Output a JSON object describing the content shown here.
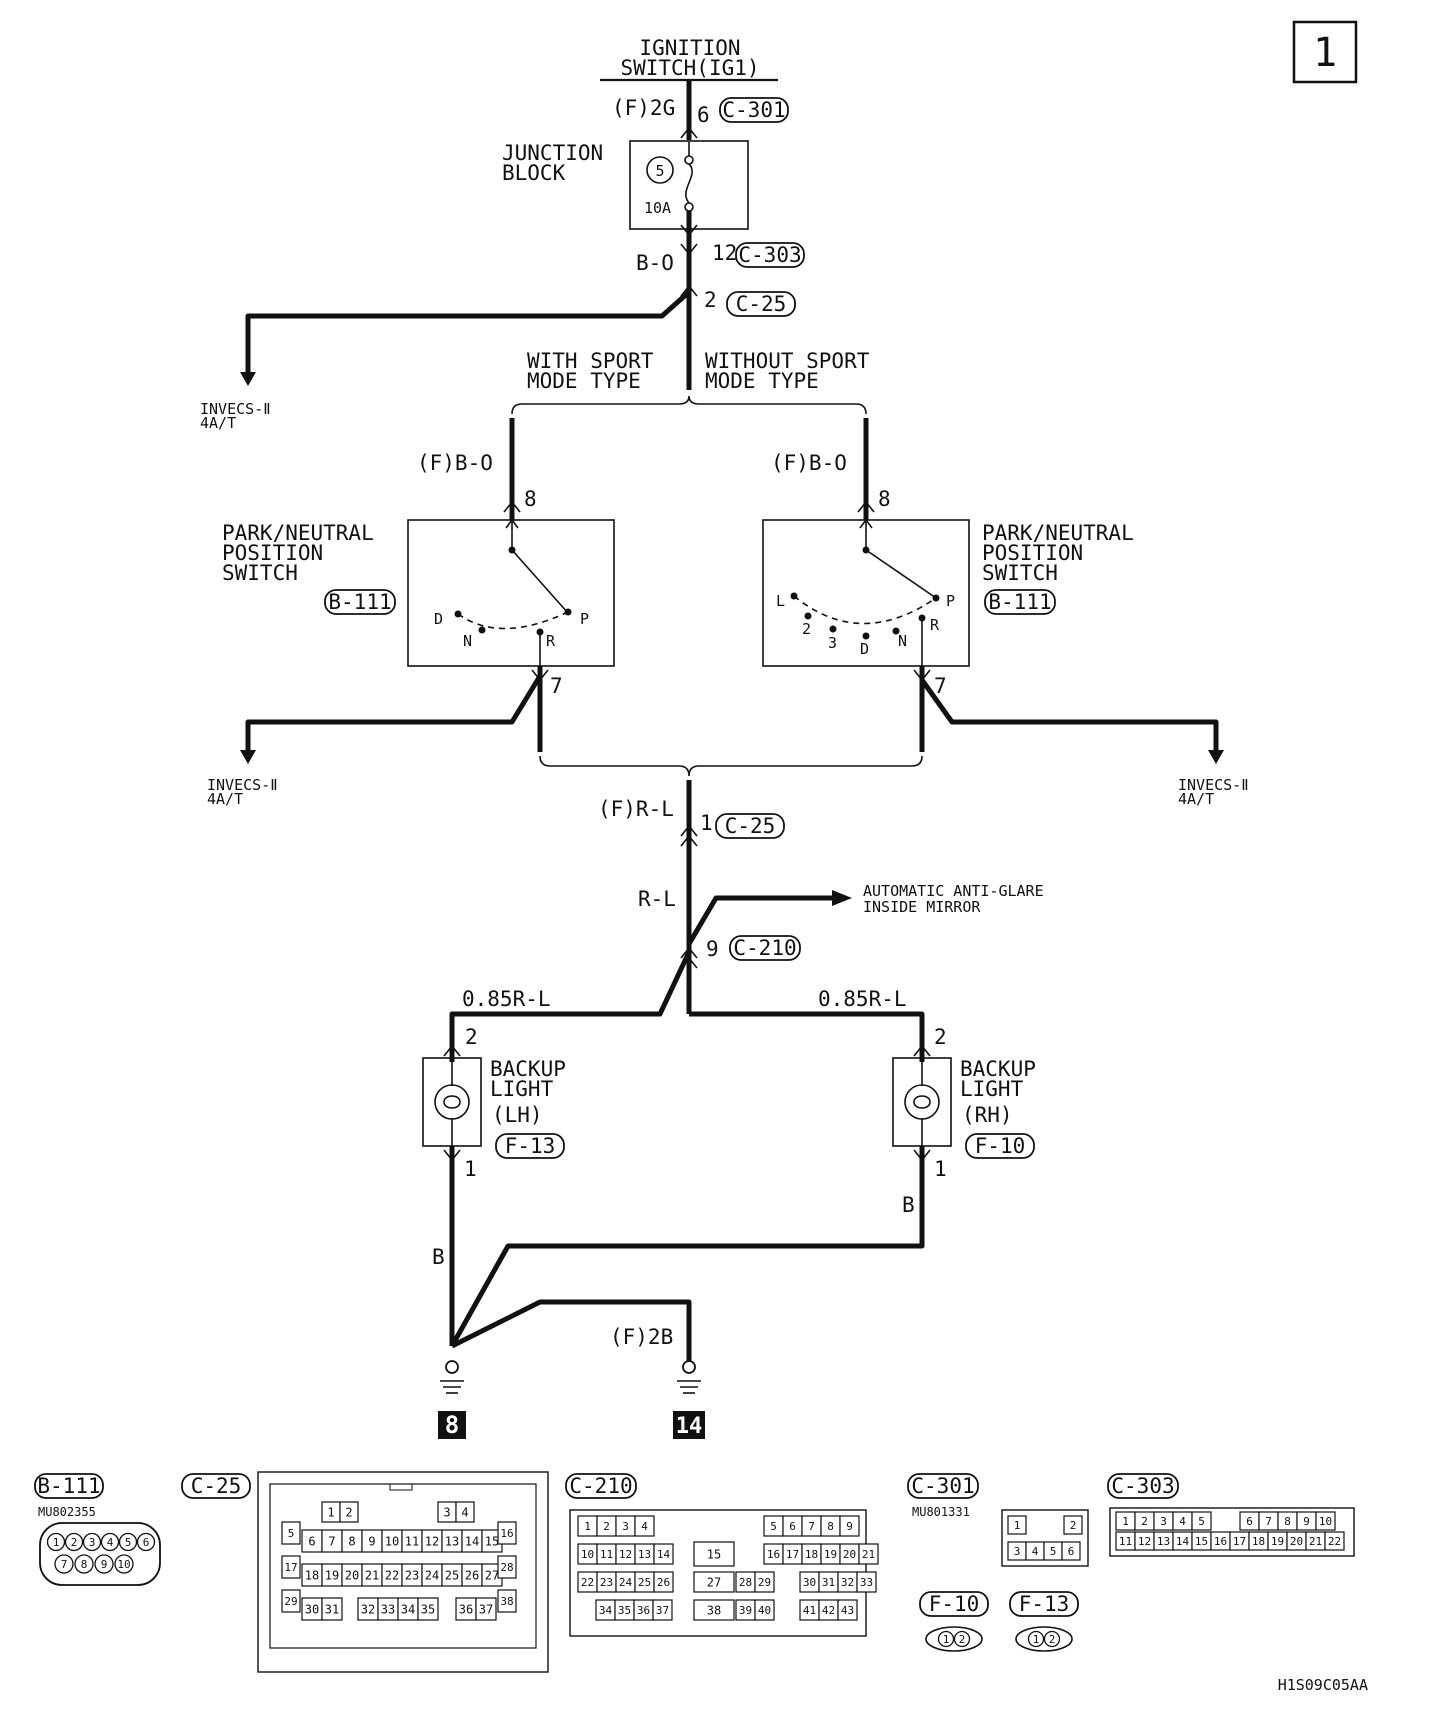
{
  "page_number": "1",
  "figure_code": "H1S09C05AA",
  "ignition": {
    "line1": "IGNITION",
    "line2": "SWITCH(IG1)",
    "conn_code": "(F)2G",
    "pin": "6",
    "connector": "C-301"
  },
  "junction_block": {
    "line1": "JUNCTION",
    "line2": "BLOCK",
    "fuse_no": "5",
    "fuse_rating": "10A",
    "out_pin": "12",
    "out_connector": "C-303"
  },
  "wire_bo": "B-O",
  "branch_c25": {
    "pin": "2",
    "connector": "C-25"
  },
  "invecs": {
    "line1": "INVECS-Ⅱ",
    "line2": "4A/T"
  },
  "sport": {
    "with_line1": "WITH SPORT",
    "with_line2": "MODE TYPE",
    "without_line1": "WITHOUT SPORT",
    "without_line2": "MODE TYPE"
  },
  "pnp_left": {
    "wire": "(F)B-O",
    "pin_in": "8",
    "line1": "PARK/NEUTRAL",
    "line2": "POSITION",
    "line3": "SWITCH",
    "connector": "B-111",
    "pos_d": "D",
    "pos_n": "N",
    "pos_r": "R",
    "pos_p": "P",
    "pin_out": "7"
  },
  "pnp_right": {
    "wire": "(F)B-O",
    "pin_in": "8",
    "line1": "PARK/NEUTRAL",
    "line2": "POSITION",
    "line3": "SWITCH",
    "connector": "B-111",
    "pos_l": "L",
    "pos_2": "2",
    "pos_3": "3",
    "pos_d": "D",
    "pos_n": "N",
    "pos_r": "R",
    "pos_p": "P",
    "pin_out": "7"
  },
  "merge": {
    "wire": "(F)R-L",
    "pin": "1",
    "connector": "C-25",
    "wire2": "R-L"
  },
  "mirror": {
    "line1": "AUTOMATIC ANTI-GLARE",
    "line2": "INSIDE MIRROR"
  },
  "split": {
    "pin": "9",
    "connector": "C-210"
  },
  "backup_lh": {
    "wire": "0.85R-L",
    "pin_in": "2",
    "line1": "BACKUP",
    "line2": "LIGHT",
    "line3": "(LH)",
    "connector": "F-13",
    "pin_out": "1",
    "ground_wire": "B"
  },
  "backup_rh": {
    "wire": "0.85R-L",
    "pin_in": "2",
    "line1": "BACKUP",
    "line2": "LIGHT",
    "line3": "(RH)",
    "connector": "F-10",
    "pin_out": "1",
    "ground_wire": "B"
  },
  "ground": {
    "wire": "(F)2B",
    "point_left": "8",
    "point_right": "14"
  },
  "connectors": {
    "b111": {
      "name": "B-111",
      "part": "MU802355",
      "row1": [
        "1",
        "2",
        "3",
        "4",
        "5",
        "6"
      ],
      "row2": [
        "7",
        "8",
        "9",
        "10"
      ]
    },
    "c25": {
      "name": "C-25",
      "row1": [
        "1",
        "2",
        "3",
        "4"
      ],
      "row2": [
        "6",
        "7",
        "8",
        "9",
        "10",
        "11",
        "12",
        "13",
        "14",
        "15"
      ],
      "row3": [
        "18",
        "19",
        "20",
        "21",
        "22",
        "23",
        "24",
        "25",
        "26",
        "27"
      ],
      "row4": [
        "30",
        "31",
        "32",
        "33",
        "34",
        "35",
        "36",
        "37"
      ],
      "side_left": [
        "5",
        "17",
        "29"
      ],
      "side_right": [
        "16",
        "28",
        "38"
      ]
    },
    "c210": {
      "name": "C-210",
      "row1": [
        "1",
        "2",
        "3",
        "4",
        "5",
        "6",
        "7",
        "8",
        "9"
      ],
      "row2": [
        "10",
        "11",
        "12",
        "13",
        "14",
        "15",
        "16",
        "17",
        "18",
        "19",
        "20",
        "21"
      ],
      "row3": [
        "22",
        "23",
        "24",
        "25",
        "26",
        "27",
        "28",
        "29",
        "30",
        "31",
        "32",
        "33"
      ],
      "row4": [
        "34",
        "35",
        "36",
        "37",
        "38",
        "39",
        "40",
        "41",
        "42",
        "43"
      ]
    },
    "c301": {
      "name": "C-301",
      "part": "MU801331",
      "row1": [
        "1",
        "2"
      ],
      "row2": [
        "3",
        "4",
        "5",
        "6"
      ]
    },
    "c303": {
      "name": "C-303",
      "row1": [
        "1",
        "2",
        "3",
        "4",
        "5",
        "6",
        "7",
        "8",
        "9",
        "10"
      ],
      "row2": [
        "11",
        "12",
        "13",
        "14",
        "15",
        "16",
        "17",
        "18",
        "19",
        "20",
        "21",
        "22"
      ]
    },
    "f10": {
      "name": "F-10",
      "pins": [
        "1",
        "2"
      ]
    },
    "f13": {
      "name": "F-13",
      "pins": [
        "1",
        "2"
      ]
    }
  }
}
